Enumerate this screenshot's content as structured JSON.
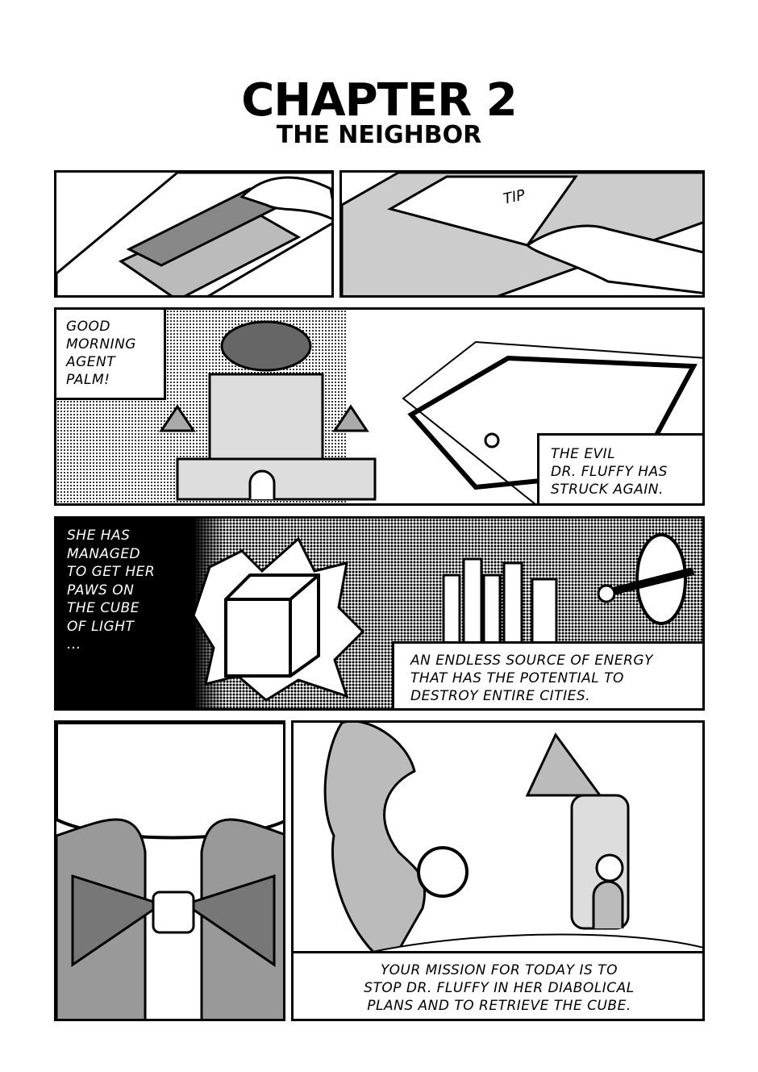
{
  "chapter": {
    "title": "CHAPTER 2",
    "subtitle": "THE NEIGHBOR"
  },
  "panels": {
    "p2_sfx": "TIP",
    "p3_caption_left": "GOOD\nMORNING\nAGENT\nPALM!",
    "p3_caption_right": "THE EVIL\nDR. FLUFFY HAS\nSTRUCK AGAIN.",
    "p4_caption_left": "SHE HAS\nMANAGED\nTO GET HER\nPAWS ON\nTHE CUBE\nOF LIGHT\n...",
    "p4_caption_right": "AN ENDLESS SOURCE OF ENERGY\nTHAT HAS THE POTENTIAL TO\nDESTROY ENTIRE CITIES.",
    "p6_caption": "YOUR MISSION FOR TODAY IS TO\nSTOP DR. FLUFFY IN HER DIABOLICAL\nPLANS AND TO RETRIEVE THE CUBE."
  }
}
